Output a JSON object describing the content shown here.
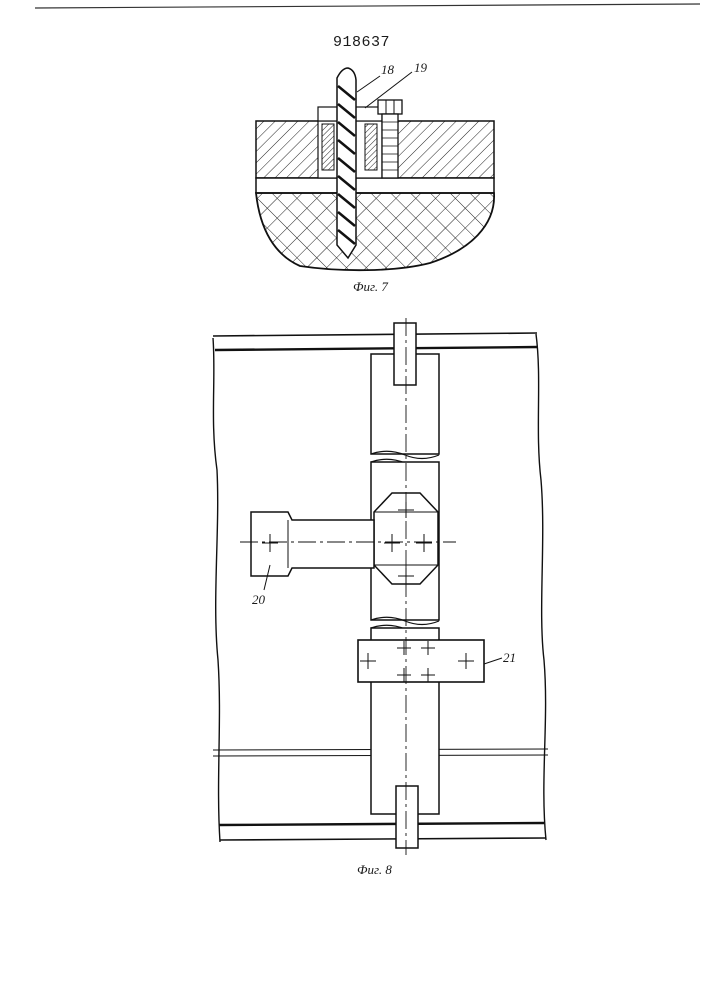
{
  "document": {
    "patent_number": "918637"
  },
  "figure_7": {
    "caption": "Фиг. 7",
    "labels": {
      "rod": "18",
      "nut": "19"
    }
  },
  "figure_8": {
    "caption": "Фиг. 8",
    "labels": {
      "lever": "20",
      "clamp": "21"
    }
  }
}
